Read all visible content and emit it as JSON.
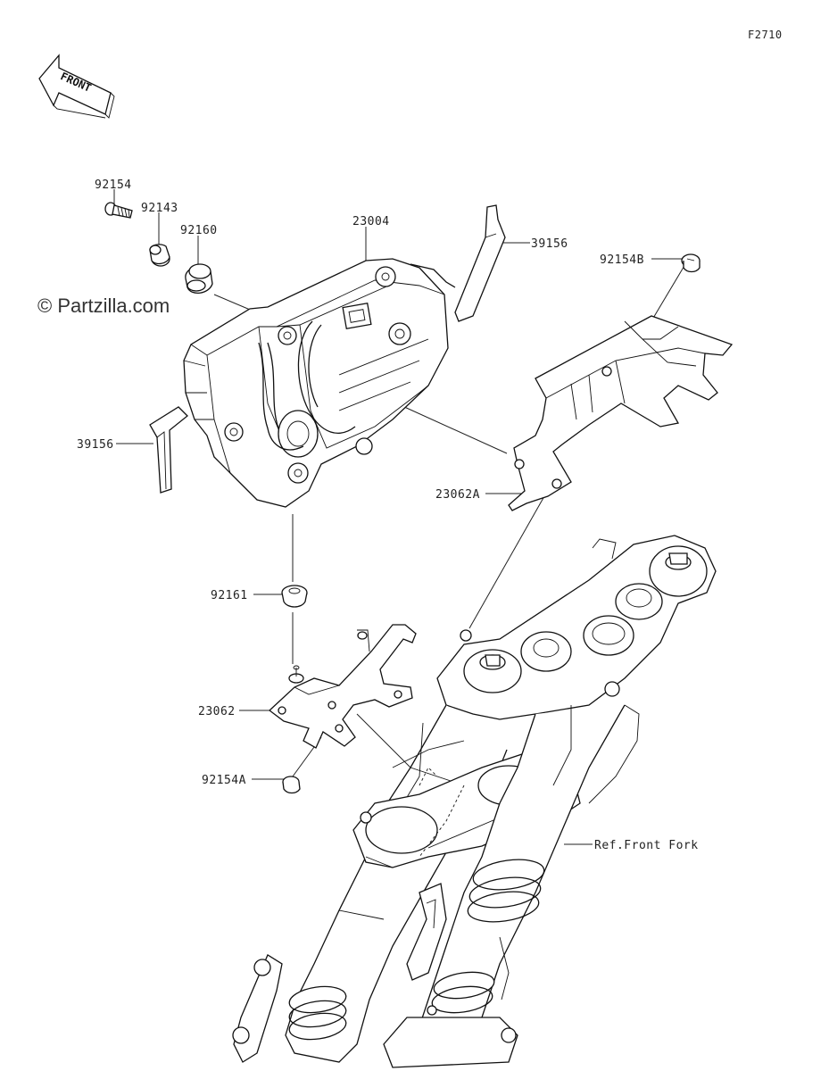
{
  "figure_code": "F2710",
  "front_arrow_text": "FRONT",
  "watermark": "© Partzilla.com",
  "labels": {
    "p92154": "92154",
    "p92143": "92143",
    "p92160": "92160",
    "p23004": "23004",
    "p39156_top": "39156",
    "p92154B": "92154B",
    "p39156_left": "39156",
    "p23062A": "23062A",
    "p92161": "92161",
    "p23062": "23062",
    "p92154A": "92154A",
    "ref_front_fork": "Ref.Front Fork"
  }
}
